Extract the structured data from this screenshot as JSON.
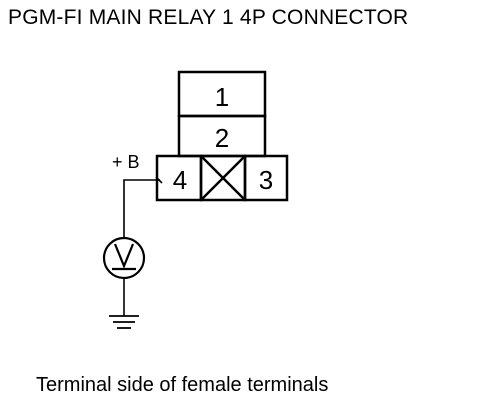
{
  "title": "PGM-FI MAIN RELAY 1 4P CONNECTOR",
  "caption": "Terminal side of female terminals",
  "connector": {
    "terminals": [
      {
        "number": "1"
      },
      {
        "number": "2"
      },
      {
        "number": "3"
      },
      {
        "number": "4"
      }
    ]
  },
  "probe_label": "+ B",
  "meter": {
    "icon": "voltmeter-icon"
  },
  "ground": {
    "icon": "ground-symbol-icon"
  },
  "colors": {
    "line": "#000000",
    "background": "#ffffff"
  }
}
